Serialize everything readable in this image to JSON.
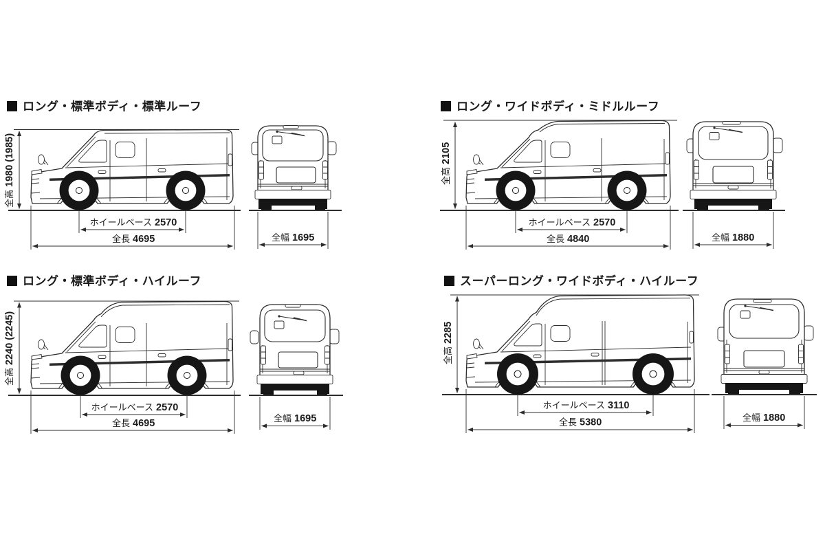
{
  "sections": [
    {
      "title": "ロング・標準ボディ・標準ルーフ",
      "height": {
        "label": "全高",
        "value": "1980 (1985)"
      },
      "wheelbase": {
        "label": "ホイールベース",
        "value": "2570"
      },
      "length": {
        "label": "全長",
        "value": "4695"
      },
      "width": {
        "label": "全幅",
        "value": "1695"
      }
    },
    {
      "title": "ロング・ワイドボディ・ミドルルーフ",
      "height": {
        "label": "全高",
        "value": "2105"
      },
      "wheelbase": {
        "label": "ホイールベース",
        "value": "2570"
      },
      "length": {
        "label": "全長",
        "value": "4840"
      },
      "width": {
        "label": "全幅",
        "value": "1880"
      }
    },
    {
      "title": "ロング・標準ボディ・ハイルーフ",
      "height": {
        "label": "全高",
        "value": "2240 (2245)"
      },
      "wheelbase": {
        "label": "ホイールベース",
        "value": "2570"
      },
      "length": {
        "label": "全長",
        "value": "4695"
      },
      "width": {
        "label": "全幅",
        "value": "1695"
      }
    },
    {
      "title": "スーパーロング・ワイドボディ・ハイルーフ",
      "height": {
        "label": "全高",
        "value": "2285"
      },
      "wheelbase": {
        "label": "ホイールベース",
        "value": "3110"
      },
      "length": {
        "label": "全長",
        "value": "5380"
      },
      "width": {
        "label": "全幅",
        "value": "1880"
      }
    }
  ],
  "colors": {
    "line": "#2d2d2d",
    "tire": "#161616",
    "text": "#1c1c1c"
  }
}
